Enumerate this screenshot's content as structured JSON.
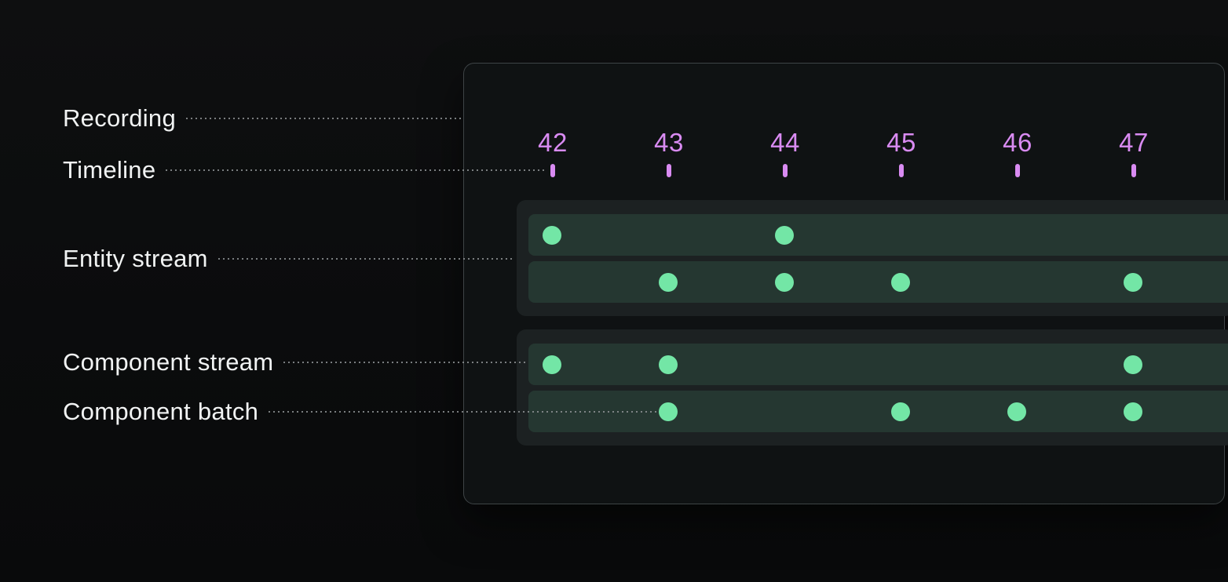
{
  "colors": {
    "background": "#0b0c0d",
    "panel_bg": "#0f1213",
    "panel_border": "#3e4446",
    "group_bg": "#1c2122",
    "row_bg": "#253731",
    "dot": "#73e6a6",
    "timeline": "#d98bf2",
    "label_text": "#f1f3f3",
    "leader": "#8e9294"
  },
  "annotations": [
    {
      "id": "recording",
      "text": "Recording"
    },
    {
      "id": "timeline",
      "text": "Timeline"
    },
    {
      "id": "entity-stream",
      "text": "Entity stream"
    },
    {
      "id": "component-stream",
      "text": "Component stream"
    },
    {
      "id": "component-batch",
      "text": "Component batch"
    }
  ],
  "chart_data": {
    "type": "timeline",
    "ticks": [
      42,
      43,
      44,
      45,
      46,
      47
    ],
    "groups": [
      {
        "name": "entity-stream-1",
        "rows": [
          {
            "dots": [
              42,
              44
            ]
          },
          {
            "dots": [
              43,
              44,
              45,
              47
            ]
          }
        ]
      },
      {
        "name": "entity-stream-2",
        "rows": [
          {
            "dots": [
              42,
              43,
              47
            ]
          },
          {
            "dots": [
              43,
              45,
              46,
              47
            ]
          }
        ]
      }
    ]
  }
}
